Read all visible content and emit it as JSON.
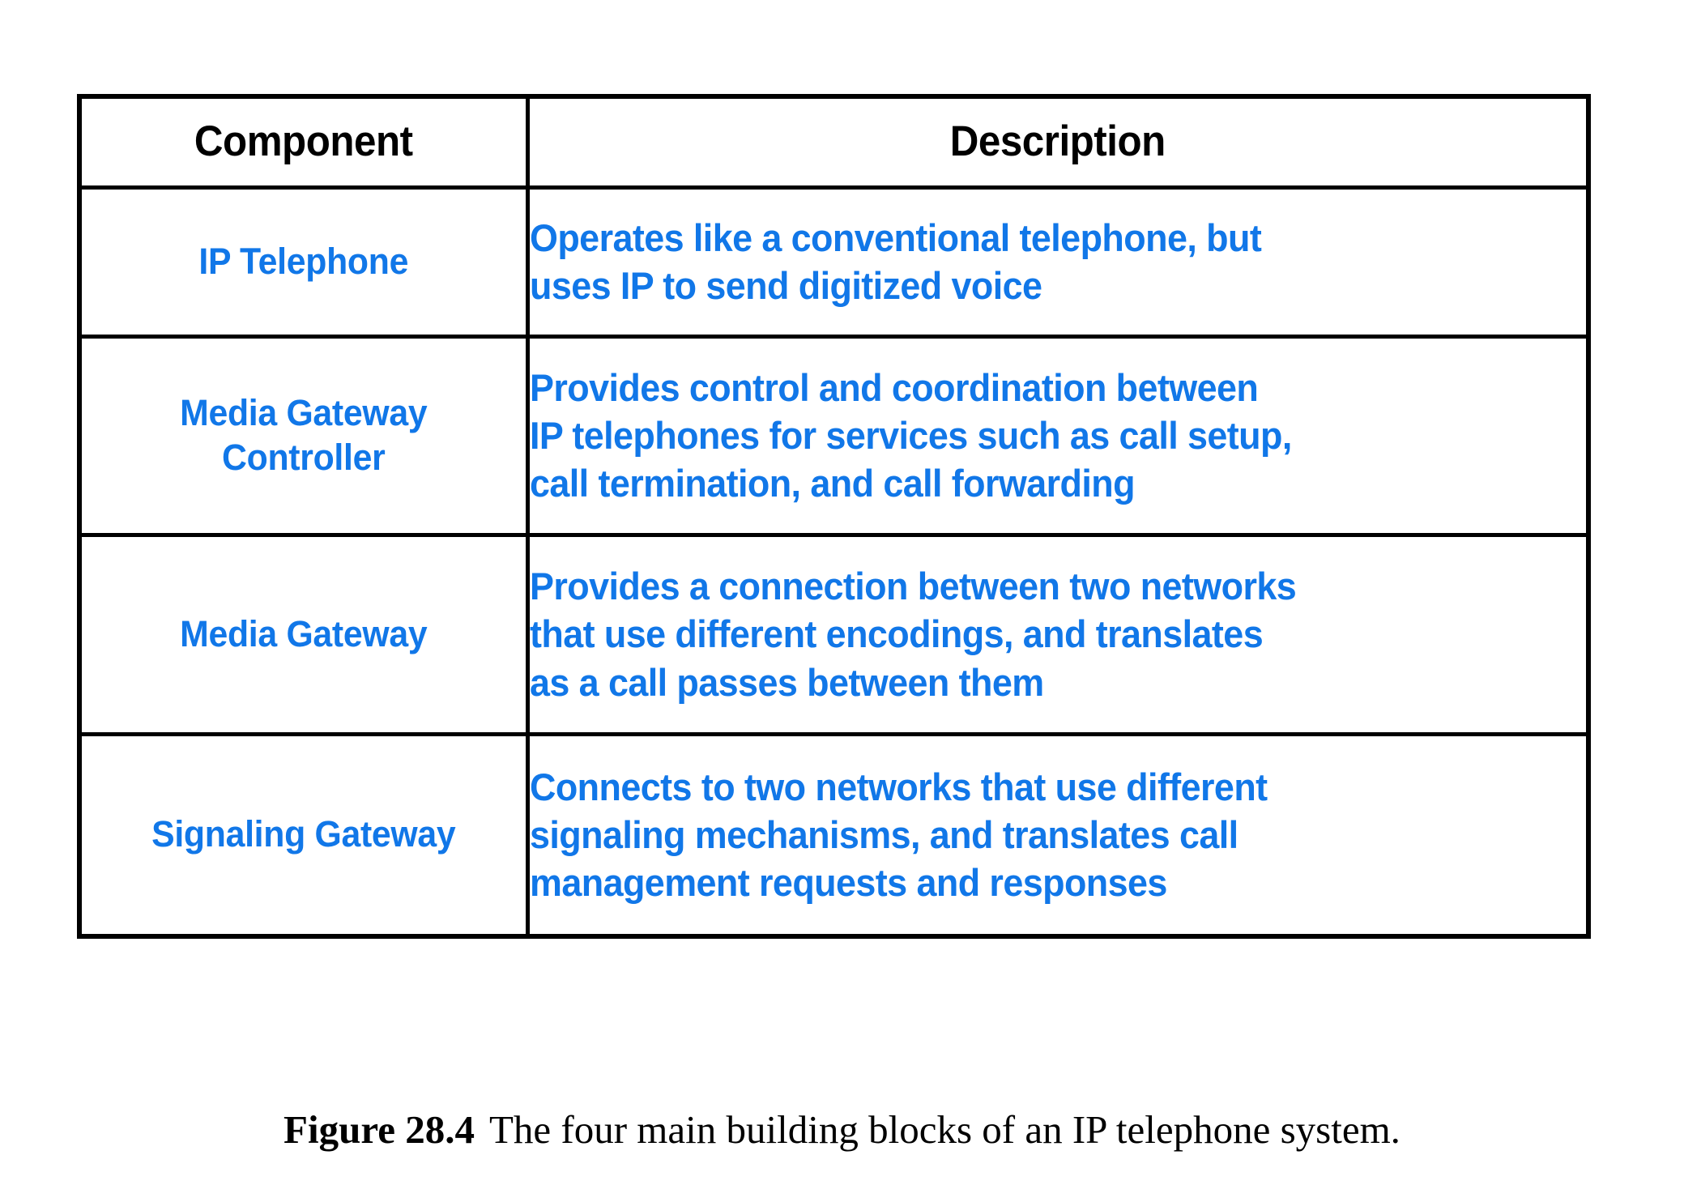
{
  "figure": {
    "caption_label": "Figure 28.4",
    "caption_text": "The four main building blocks of an IP telephone system.",
    "accent_color": "#1177e8",
    "text_color": "#000000",
    "border_color": "#000000",
    "background_color": "#ffffff"
  },
  "table": {
    "columns": [
      {
        "header": "Component"
      },
      {
        "header": "Description"
      }
    ],
    "rows": [
      {
        "component_lines": [
          "IP Telephone"
        ],
        "description_lines": [
          "Operates like a conventional telephone, but",
          "uses IP to send digitized voice"
        ]
      },
      {
        "component_lines": [
          "Media Gateway",
          "Controller"
        ],
        "description_lines": [
          "Provides control and coordination between",
          "IP telephones for services such as call setup,",
          "call termination, and call forwarding"
        ]
      },
      {
        "component_lines": [
          "Media Gateway"
        ],
        "description_lines": [
          "Provides a connection between two networks",
          "that use different encodings, and translates",
          "as a call passes between them"
        ]
      },
      {
        "component_lines": [
          "Signaling Gateway"
        ],
        "description_lines": [
          "Connects to two networks that use different",
          "signaling mechanisms, and translates call",
          "management requests and responses"
        ]
      }
    ]
  }
}
